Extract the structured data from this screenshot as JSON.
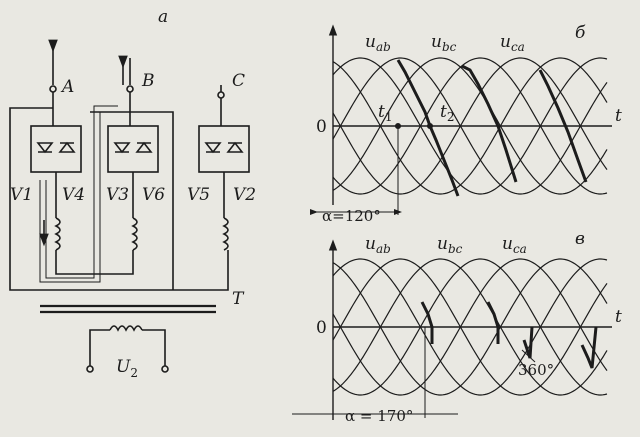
{
  "panels": {
    "a": "a",
    "b": "б",
    "v": "в"
  },
  "phases": {
    "A": "A",
    "B": "B",
    "C": "C"
  },
  "thyristors": {
    "V1": "V1",
    "V4": "V4",
    "V3": "V3",
    "V6": "V6",
    "V5": "V5",
    "V2": "V2"
  },
  "transformer": {
    "T": "T",
    "U": "U",
    "U_sub": "2"
  },
  "waveforms": {
    "u": "u",
    "sub_ab": "ab",
    "sub_bc": "bc",
    "sub_ca": "ca",
    "zero": "0",
    "t_axis": "t",
    "t": "t",
    "t1_sub": "1",
    "t2_sub": "2"
  },
  "angles": {
    "alpha_120": "α=120°",
    "alpha_170": "α = 170°",
    "angle_360": "360°"
  },
  "colors": {
    "ink": "#1c1c1c",
    "paper": "#e9e8e2"
  }
}
